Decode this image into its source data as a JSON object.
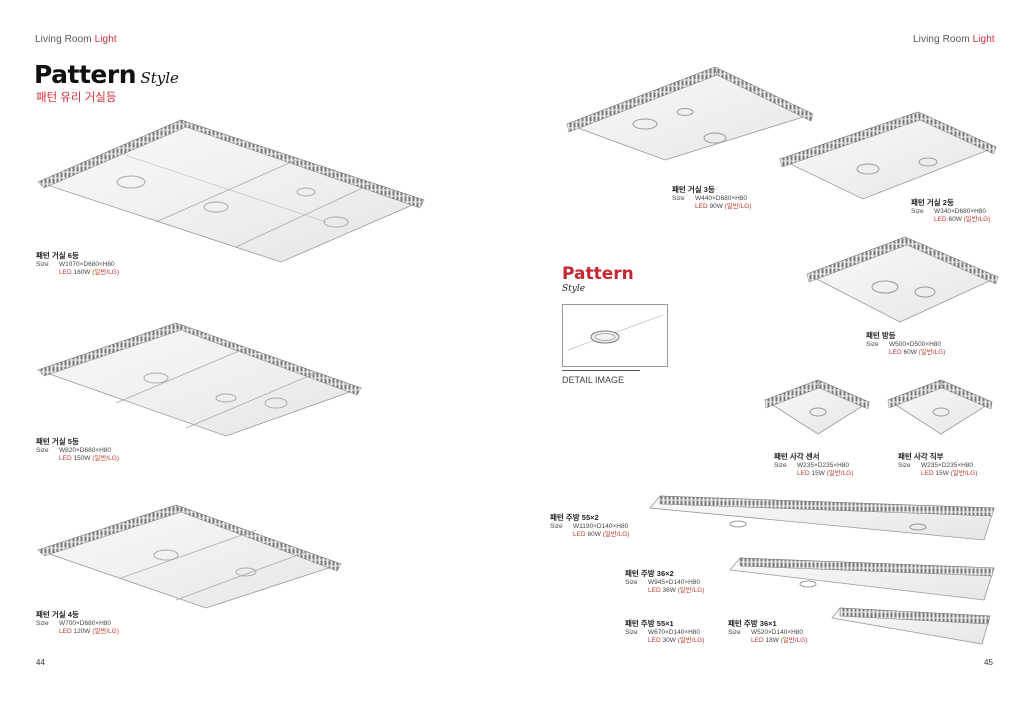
{
  "left_header": {
    "main": "Living Room ",
    "highlight": "Light"
  },
  "right_header": {
    "main": "Living Room ",
    "highlight": "Light"
  },
  "title": {
    "main": "Pattern",
    "style": "Style",
    "subtitle": "패턴 유리 거실등"
  },
  "detail": {
    "title": "Pattern",
    "style": "Style",
    "label": "DETAIL IMAGE"
  },
  "page_left": "44",
  "page_right": "45",
  "products": [
    {
      "name": "패턴 거실 6등",
      "size_label": "Size",
      "size": "W1070×D680×H80",
      "led_label": "LED",
      "led": " 180W ",
      "variant": "(일반/LG)"
    },
    {
      "name": "패턴 거실 5등",
      "size_label": "Size",
      "size": "W820×D680×H80",
      "led_label": "LED",
      "led": " 150W ",
      "variant": "(일반/LG)"
    },
    {
      "name": "패턴 거실 4등",
      "size_label": "Size",
      "size": "W700×D680×H80",
      "led_label": "LED",
      "led": " 120W ",
      "variant": "(일반/LG)"
    },
    {
      "name": "패턴 거실 3등",
      "size_label": "Size",
      "size": "W440×D680×H80",
      "led_label": "LED",
      "led": " 90W ",
      "variant": "(일반/LG)"
    },
    {
      "name": "패턴 거실 2등",
      "size_label": "Size",
      "size": "W340×D680×H80",
      "led_label": "LED",
      "led": " 60W ",
      "variant": "(일반/LG)"
    },
    {
      "name": "패턴 방등",
      "size_label": "Size",
      "size": "W500×D500×H80",
      "led_label": "LED",
      "led": " 60W ",
      "variant": "(일반/LG)"
    },
    {
      "name": "패턴 사각 센서",
      "size_label": "Size",
      "size": "W235×D235×H80",
      "led_label": "LED",
      "led": " 15W ",
      "variant": "(일반/LG)"
    },
    {
      "name": "패턴 사각 직부",
      "size_label": "Size",
      "size": "W235×D235×H80",
      "led_label": "LED",
      "led": " 15W ",
      "variant": "(일반/LG)"
    },
    {
      "name": "패턴 주방 55×2",
      "size_label": "Size",
      "size": "W1190×D140×H80",
      "led_label": "LED",
      "led": " 60W ",
      "variant": "(일반/LG)"
    },
    {
      "name": "패턴 주방 36×2",
      "size_label": "Size",
      "size": "W945×D140×H80",
      "led_label": "LED",
      "led": " 36W ",
      "variant": "(일반/LG)"
    },
    {
      "name": "패턴 주방 55×1",
      "size_label": "Size",
      "size": "W670×D140×H80",
      "led_label": "LED",
      "led": " 30W ",
      "variant": "(일반/LG)"
    },
    {
      "name": "패턴 주방 36×1",
      "size_label": "Size",
      "size": "W520×D140×H80",
      "led_label": "LED",
      "led": " 18W ",
      "variant": "(일반/LG)"
    }
  ]
}
